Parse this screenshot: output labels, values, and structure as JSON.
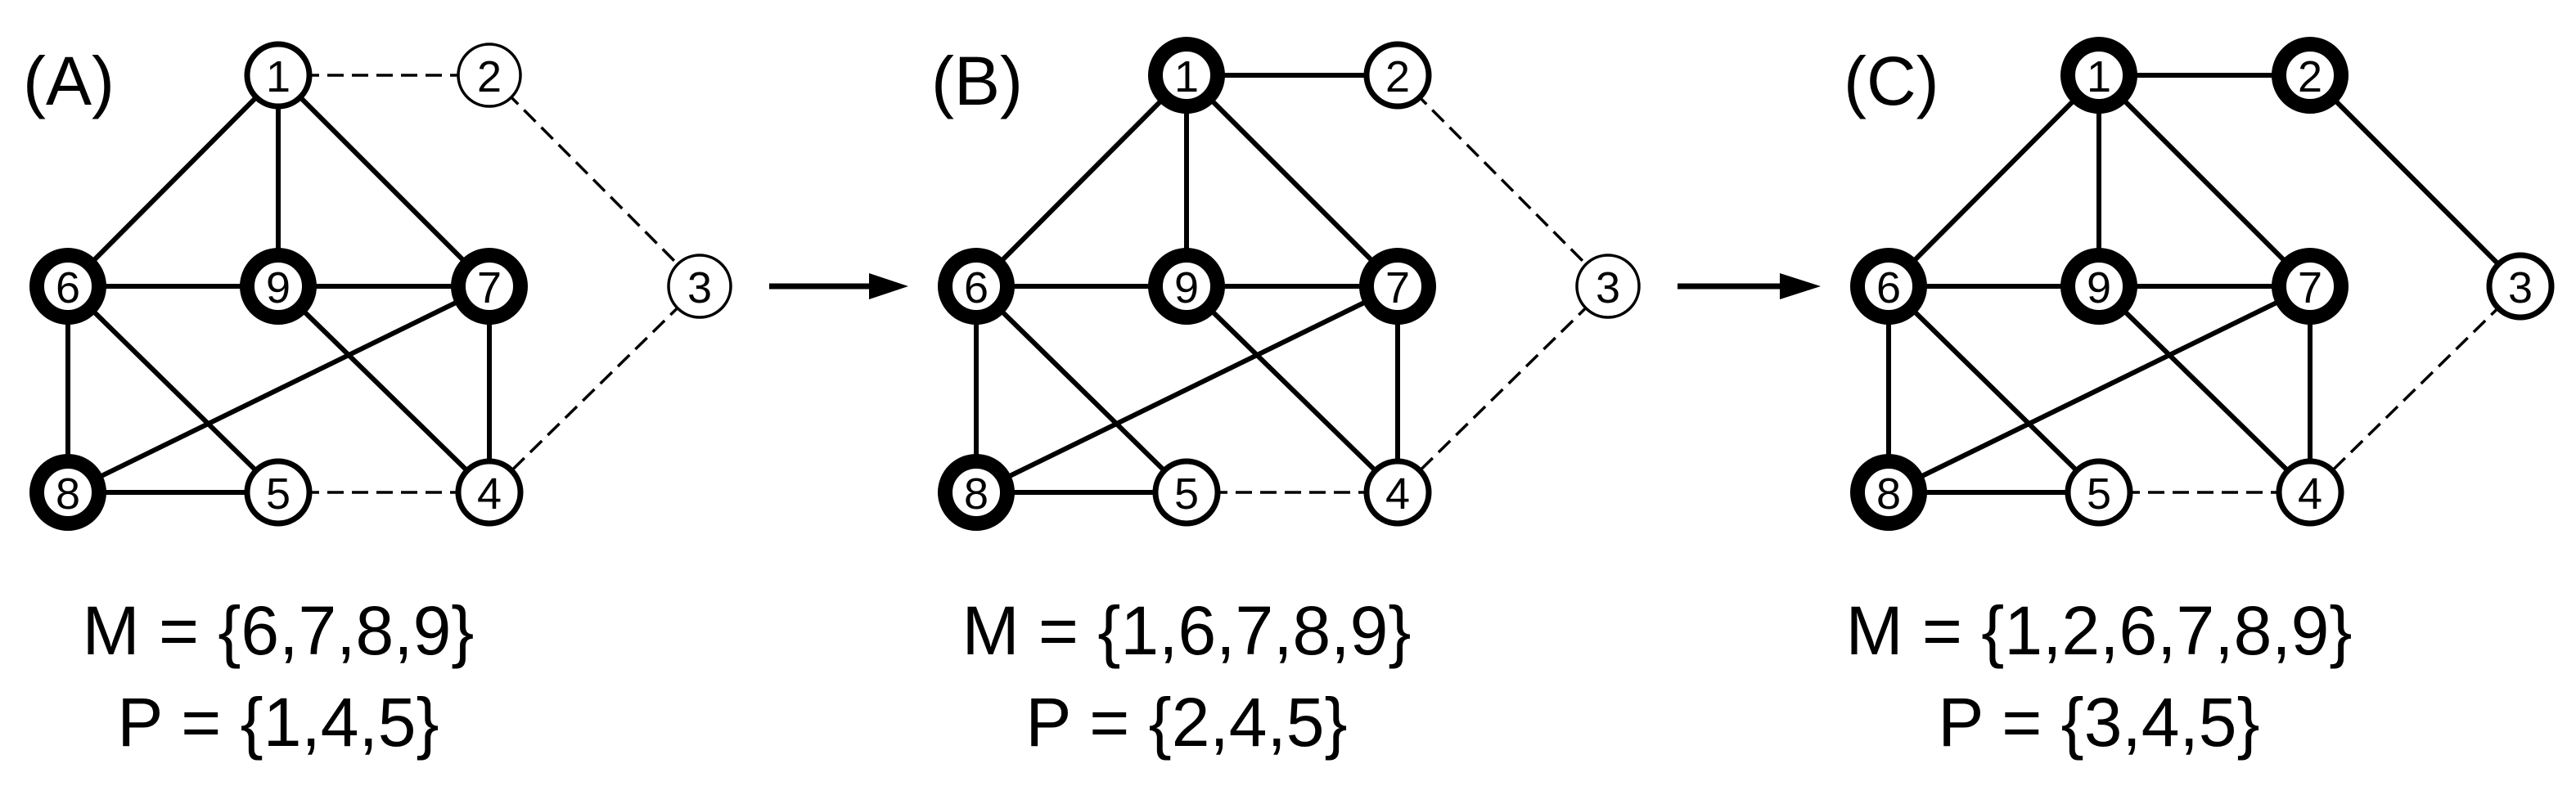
{
  "panels": [
    {
      "label": "(A)",
      "M": "M = {6,7,8,9}",
      "P": "P = {1,4,5}",
      "thick": [
        "6",
        "7",
        "8",
        "9"
      ],
      "medium": [
        "1",
        "4",
        "5"
      ],
      "solid_edges": [
        [
          "1",
          "6"
        ],
        [
          "1",
          "9"
        ],
        [
          "1",
          "7"
        ],
        [
          "6",
          "9"
        ],
        [
          "9",
          "7"
        ],
        [
          "6",
          "8"
        ],
        [
          "6",
          "5"
        ],
        [
          "9",
          "4"
        ],
        [
          "7",
          "8"
        ],
        [
          "7",
          "4"
        ],
        [
          "8",
          "5"
        ]
      ],
      "dashed_edges": [
        [
          "1",
          "2"
        ],
        [
          "2",
          "3"
        ],
        [
          "3",
          "4"
        ],
        [
          "5",
          "4"
        ]
      ]
    },
    {
      "label": "(B)",
      "M": "M = {1,6,7,8,9}",
      "P": "P = {2,4,5}",
      "thick": [
        "1",
        "6",
        "7",
        "8",
        "9"
      ],
      "medium": [
        "2",
        "4",
        "5"
      ],
      "solid_edges": [
        [
          "1",
          "2"
        ],
        [
          "1",
          "6"
        ],
        [
          "1",
          "9"
        ],
        [
          "1",
          "7"
        ],
        [
          "6",
          "9"
        ],
        [
          "9",
          "7"
        ],
        [
          "6",
          "8"
        ],
        [
          "6",
          "5"
        ],
        [
          "9",
          "4"
        ],
        [
          "7",
          "8"
        ],
        [
          "7",
          "4"
        ],
        [
          "8",
          "5"
        ]
      ],
      "dashed_edges": [
        [
          "2",
          "3"
        ],
        [
          "3",
          "4"
        ],
        [
          "5",
          "4"
        ]
      ]
    },
    {
      "label": "(C)",
      "M": "M = {1,2,6,7,8,9}",
      "P": "P = {3,4,5}",
      "thick": [
        "1",
        "2",
        "6",
        "7",
        "8",
        "9"
      ],
      "medium": [
        "3",
        "4",
        "5"
      ],
      "solid_edges": [
        [
          "1",
          "2"
        ],
        [
          "2",
          "3"
        ],
        [
          "1",
          "6"
        ],
        [
          "1",
          "9"
        ],
        [
          "1",
          "7"
        ],
        [
          "6",
          "9"
        ],
        [
          "9",
          "7"
        ],
        [
          "6",
          "8"
        ],
        [
          "6",
          "5"
        ],
        [
          "9",
          "4"
        ],
        [
          "7",
          "8"
        ],
        [
          "7",
          "4"
        ],
        [
          "8",
          "5"
        ]
      ],
      "dashed_edges": [
        [
          "3",
          "4"
        ],
        [
          "5",
          "4"
        ]
      ]
    }
  ],
  "node_labels": [
    "1",
    "2",
    "3",
    "4",
    "5",
    "6",
    "7",
    "8",
    "9"
  ]
}
